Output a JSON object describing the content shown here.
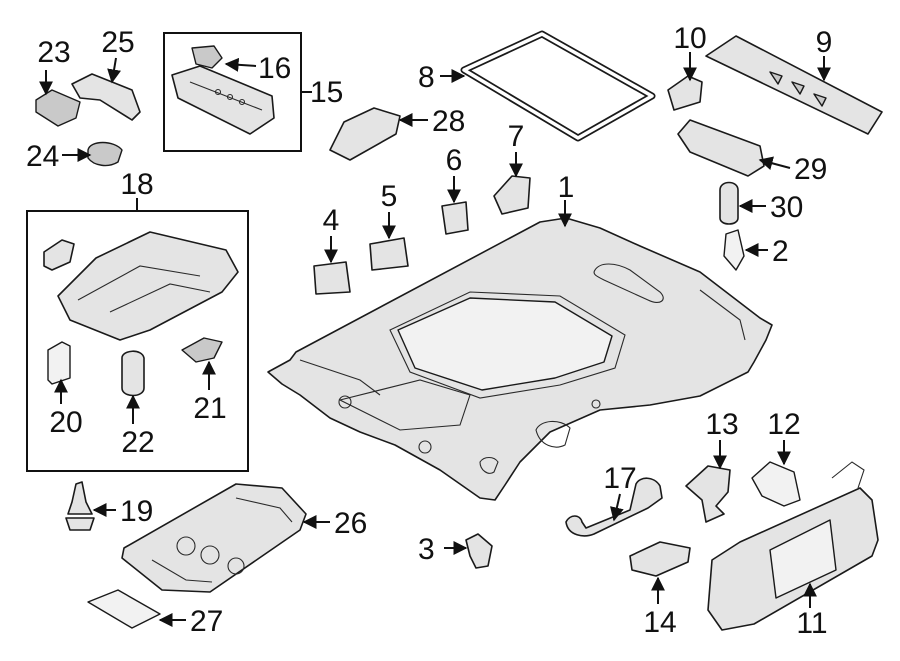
{
  "diagram": {
    "callouts": {
      "c1": "1",
      "c2": "2",
      "c3": "3",
      "c4": "4",
      "c5": "5",
      "c6": "6",
      "c7": "7",
      "c8": "8",
      "c9": "9",
      "c10": "10",
      "c11": "11",
      "c12": "12",
      "c13": "13",
      "c14": "14",
      "c15": "15",
      "c16": "16",
      "c17": "17",
      "c18": "18",
      "c19": "19",
      "c20": "20",
      "c21": "21",
      "c22": "22",
      "c23": "23",
      "c24": "24",
      "c25": "25",
      "c26": "26",
      "c27": "27",
      "c28": "28",
      "c29": "29",
      "c30": "30"
    },
    "colors": {
      "line": "#1a1a1a",
      "fill": "#e4e4e4",
      "background": "#ffffff"
    }
  }
}
